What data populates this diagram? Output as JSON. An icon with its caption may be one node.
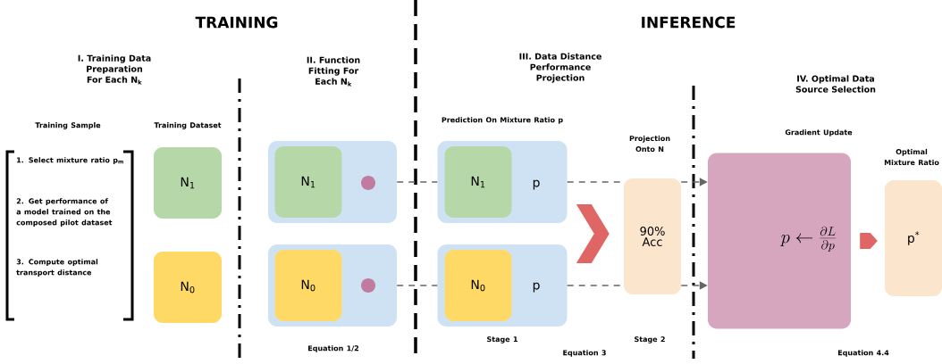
{
  "diagram": {
    "nodes": [
      {
        "text": [
          "Training Sample",
          "1. Select mixture ratio p$_{m}$",
          "2. Get performance of a model trained on the composed pilot dataset",
          "3. Compute optimal transport distance"
        ]
      },
      {
        "text": [
          "N$_{1}$"
        ]
      },
      {
        "text": [
          "N$_{0}$"
        ]
      },
      {
        "text": [],
        "shape": "box"
      },
      {
        "text": [
          "N$_{1}$"
        ],
        "in": 3
      },
      {
        "text": [],
        "shape": "circle",
        "in": 3
      },
      {
        "text": [],
        "shape": "box"
      },
      {
        "text": [
          "N$_{0}$"
        ],
        "in": 6
      },
      {
        "text": [],
        "shape": "circle",
        "in": 6
      },
      {
        "text": [
          "p"
        ]
      },
      {
        "text": [
          "N$_{1}$"
        ],
        "in": 9
      },
      {
        "text": [
          "p"
        ]
      },
      {
        "text": [
          "N$_{0}$"
        ],
        "in": 11
      },
      {
        "text": [
          "Projection Onto N",
          "90% Acc"
        ]
      },
      {
        "text": [
          "Gradient Update",
          "p\\leftarrow\\frac{\\partial L}{\\partial p}"
        ]
      },
      {
        "text": [
          "Optimal Mixture Ratio",
          "p$^{*}$"
        ]
      }
    ],
    "edges": [
      {
        "from": 3,
        "to": 9,
        "arrow": "none",
        "style": "dashed"
      },
      {
        "from": 9,
        "to": 13,
        "arrow": "none",
        "style": "dashed"
      },
      {
        "from": 13,
        "to": 14,
        "arrow": "to",
        "style": "dashed"
      },
      {
        "from": 6,
        "to": 11,
        "arrow": "none",
        "style": "dashed"
      },
      {
        "from": 11,
        "to": 13,
        "arrow": "none",
        "style": "dashed"
      },
      {
        "from": 13,
        "to": 14,
        "arrow": "to",
        "style": "dashed"
      },
      {
        "from": 9,
        "to": 13,
        "arrow": "to",
        "color": "#e06666"
      },
      {
        "from": 11,
        "to": 13,
        "arrow": "to",
        "color": "#e06666"
      },
      {
        "from": 14,
        "to": 15,
        "arrow": "to",
        "color": "#e06666"
      }
    ],
    "labels": [
      "TRAINING",
      "INFERENCE",
      "I. Training Data Preparation For Each N$_{k}$",
      "II. Function Fitting For Each N$_{k}$",
      "III. Data Distance Performance Projection",
      "IV. Optimal Data Source Selection",
      "Training Dataset",
      "Prediction On Mixture Ratio p",
      "Equation 1/2",
      "Stage 1",
      "Stage 2",
      "Equation 3",
      "Equation 4.4"
    ]
  }
}
